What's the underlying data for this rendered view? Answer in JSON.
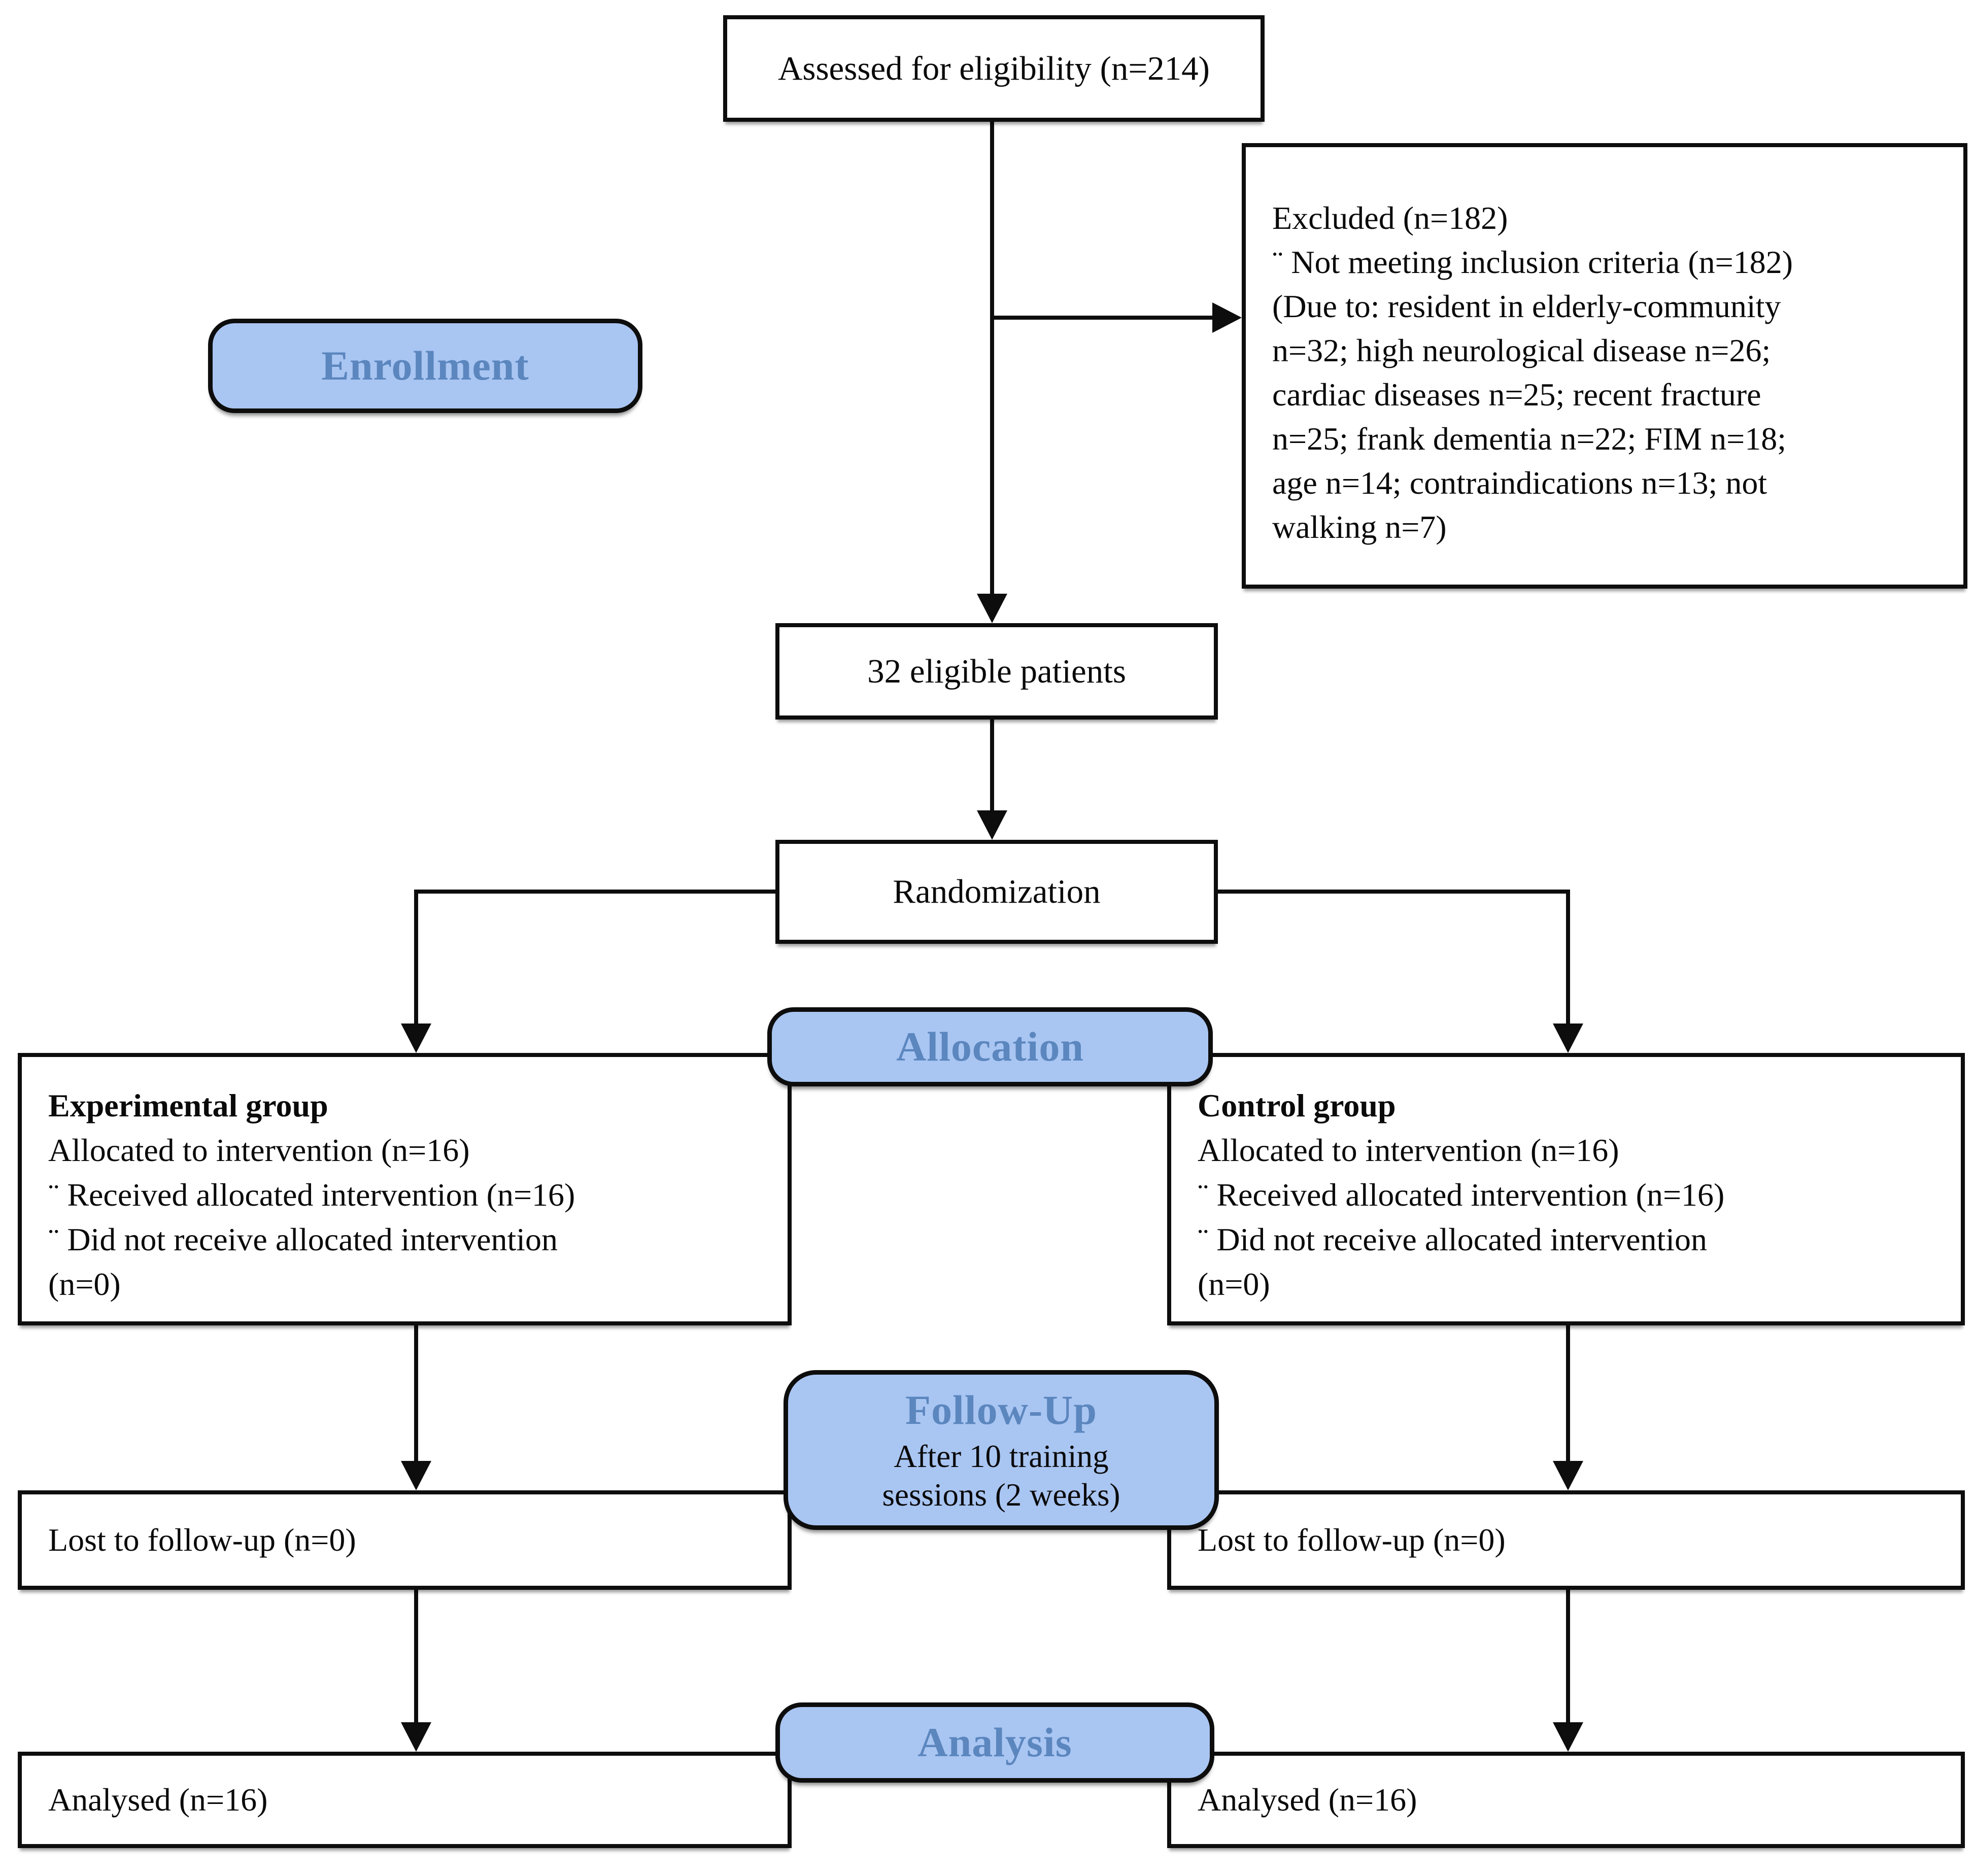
{
  "diagram": {
    "assessed": "Assessed for eligibility (n=214)",
    "excluded": {
      "lines": [
        "Excluded (n=182)",
        "¨ Not meeting inclusion criteria (n=182)",
        "(Due to: resident in elderly-community",
        "n=32; high neurological disease n=26;",
        "cardiac diseases n=25; recent fracture",
        "n=25; frank dementia n=22; FIM n=18;",
        "age n=14; contraindications n=13; not",
        "walking n=7)"
      ]
    },
    "enrollment_label": "Enrollment",
    "eligible": "32 eligible patients",
    "randomization": "Randomization",
    "allocation_label": "Allocation",
    "experimental": {
      "title": "Experimental group",
      "lines": [
        "Allocated to intervention (n=16)",
        "¨ Received allocated intervention (n=16)",
        "¨ Did not receive allocated intervention",
        "(n=0)"
      ]
    },
    "control": {
      "title": "Control group",
      "lines": [
        "Allocated to intervention (n=16)",
        "¨ Received allocated intervention (n=16)",
        "¨ Did not receive allocated intervention",
        "(n=0)"
      ]
    },
    "followup": {
      "label": "Follow-Up",
      "note_lines": [
        "After 10 training",
        "sessions (2 weeks)"
      ]
    },
    "lost_left": "Lost to follow-up (n=0)",
    "lost_right": "Lost to follow-up (n=0)",
    "analysis_label": "Analysis",
    "analysed_left": "Analysed (n=16)",
    "analysed_right": "Analysed (n=16)"
  },
  "colors": {
    "stage_fill": "#A9C5F2",
    "stage_text": "#5B86BE",
    "line": "#0D0D0D",
    "box_bg": "#FFFFFF"
  }
}
